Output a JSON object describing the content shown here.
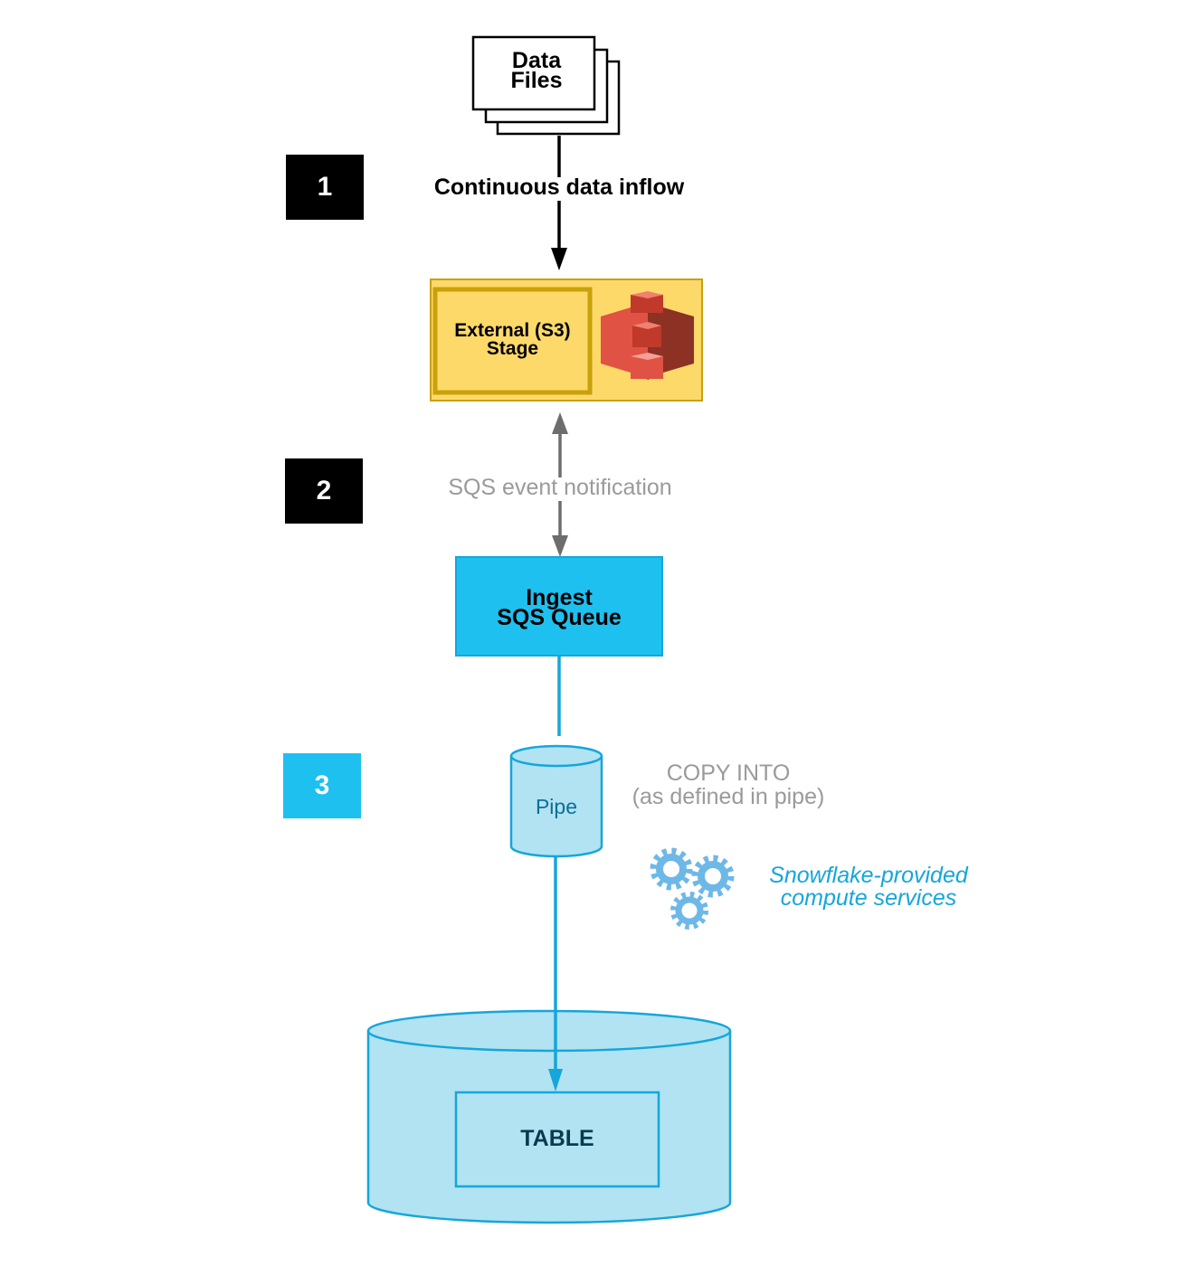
{
  "data_files": {
    "line1": "Data",
    "line2": "Files"
  },
  "steps": [
    {
      "number": "1",
      "color": "#000000"
    },
    {
      "number": "2",
      "color": "#000000"
    },
    {
      "number": "3",
      "color": "#1ec0f0"
    }
  ],
  "inflow_label": "Continuous data inflow",
  "stage": {
    "line1": "External (S3)",
    "line2": "Stage",
    "icon": "aws-s3-icon"
  },
  "sqs_notification_label": "SQS event notification",
  "queue": {
    "line1": "Ingest",
    "line2": "SQS Queue"
  },
  "pipe": {
    "label": "Pipe"
  },
  "copy_into": {
    "line1": "COPY INTO",
    "line2": "(as defined in pipe)"
  },
  "compute": {
    "line1": "Snowflake-provided",
    "line2": "compute services",
    "icon": "gears-icon"
  },
  "table": {
    "label": "TABLE"
  },
  "colors": {
    "stage_fill": "#fdd96a",
    "stage_border": "#c9a10a",
    "queue_fill": "#1ec0f0",
    "pipe_fill": "#b1e3f3",
    "flow_line": "#16a6d9",
    "gear": "#6eb8e8",
    "s3_red": "#e05243",
    "s3_dark": "#8c3123"
  }
}
